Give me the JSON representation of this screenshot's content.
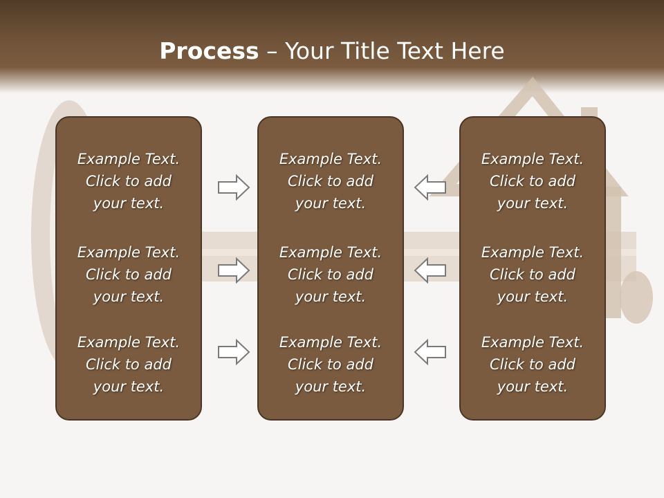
{
  "slide": {
    "title_bold": "Process",
    "title_rest": " – Your Title Text Here"
  },
  "columns": [
    {
      "items": [
        {
          "l1": "Example Text.",
          "l2": "Click  to add",
          "l3": "your text."
        },
        {
          "l1": "Example Text.",
          "l2": "Click  to add",
          "l3": "your text."
        },
        {
          "l1": "Example Text.",
          "l2": "Click  to add",
          "l3": "your text."
        }
      ]
    },
    {
      "items": [
        {
          "l1": "Example Text.",
          "l2": "Click  to add",
          "l3": "your text."
        },
        {
          "l1": "Example Text.",
          "l2": "Click  to add",
          "l3": "your text."
        },
        {
          "l1": "Example Text.",
          "l2": "Click  to add",
          "l3": "your text."
        }
      ]
    },
    {
      "items": [
        {
          "l1": "Example Text.",
          "l2": "Click  to add",
          "l3": "your text."
        },
        {
          "l1": "Example Text.",
          "l2": "Click  to add",
          "l3": "your text."
        },
        {
          "l1": "Example Text.",
          "l2": "Click  to add",
          "l3": "your text."
        }
      ]
    }
  ],
  "colors": {
    "header": "#6e5238",
    "box_fill": "#7a5b3f",
    "box_border": "#4a3626",
    "arrow_fill": "#ffffff",
    "arrow_stroke": "#7a7a7a"
  },
  "icons": {
    "background": "house-key-illustration",
    "arrows_left_to_center": "right-arrow-icon",
    "arrows_right_to_center": "left-arrow-icon"
  }
}
